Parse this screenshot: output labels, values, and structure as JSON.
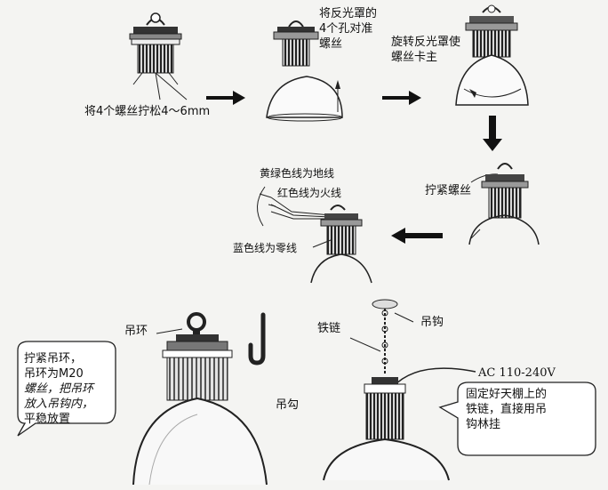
{
  "labels": {
    "step1": "将4个螺丝拧松4～6mm",
    "step2_line1": "将反光罩的",
    "step2_line2": "4个孔对准",
    "step2_line3": "螺丝",
    "step3_line1": "旋转反光罩使",
    "step3_line2": "螺丝卡主",
    "step4": "拧紧螺丝",
    "wire_yellow_green": "黄绿色线为地线",
    "wire_red": "红色线为火线",
    "wire_blue": "蓝色线为零线",
    "ring": "吊环",
    "hook_left": "吊勾",
    "chain": "铁链",
    "hook_right": "吊钩",
    "power": "AC 110-240V"
  },
  "callouts": {
    "left": {
      "line1": "拧紧吊环，",
      "line2": "吊环为M20",
      "line3": "螺丝，把吊环",
      "line4": "放入吊钩内，",
      "line5": "平稳放置"
    },
    "right": {
      "line1": "固定好天棚上的",
      "line2": "铁链，直接用吊",
      "line3": "钩林挂"
    }
  }
}
